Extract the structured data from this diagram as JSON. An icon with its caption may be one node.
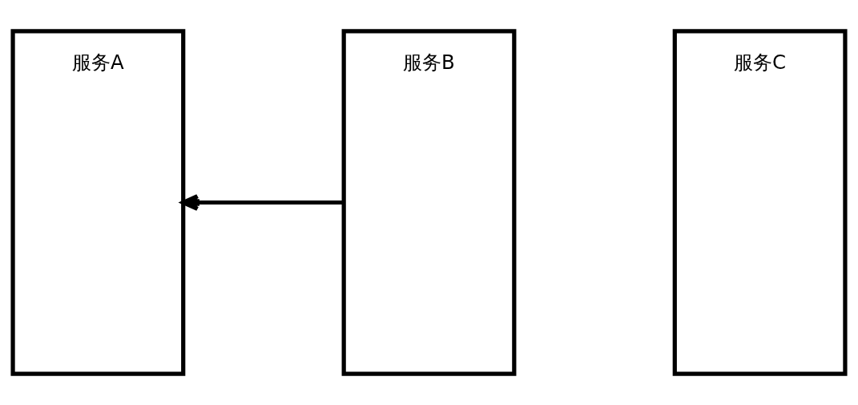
{
  "diagram": {
    "nodes": [
      {
        "text": [
          "服务A"
        ]
      },
      {
        "text": [
          "服务B"
        ]
      },
      {
        "text": [
          "服务C"
        ]
      }
    ],
    "edges": [
      {
        "from": 1,
        "to": 0,
        "arrow": "to"
      }
    ]
  }
}
